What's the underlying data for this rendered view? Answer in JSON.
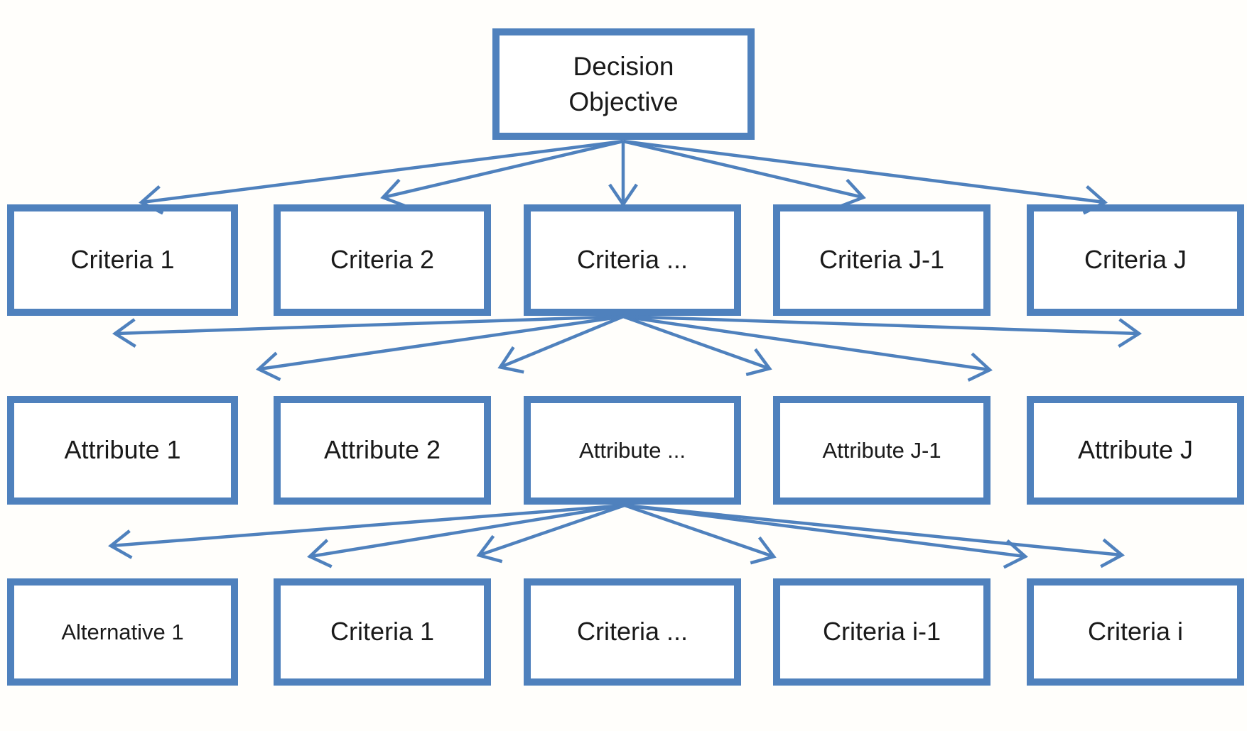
{
  "diagram": {
    "type": "hierarchy",
    "root": {
      "label": "Decision\nObjective"
    },
    "levels": {
      "criteria": [
        "Criteria 1",
        "Criteria 2",
        "Criteria ...",
        "Criteria J-1",
        "Criteria J"
      ],
      "attributes": [
        "Attribute 1",
        "Attribute 2",
        "Attribute ...",
        "Attribute J-1",
        "Attribute J"
      ],
      "bottom": [
        "Alternative 1",
        "Criteria 1",
        "Criteria ...",
        "Criteria i-1",
        "Criteria i"
      ]
    },
    "edges": [
      {
        "from": "Decision Objective",
        "to": "Criteria 1"
      },
      {
        "from": "Decision Objective",
        "to": "Criteria 2"
      },
      {
        "from": "Decision Objective",
        "to": "Criteria ..."
      },
      {
        "from": "Decision Objective",
        "to": "Criteria J-1"
      },
      {
        "from": "Decision Objective",
        "to": "Criteria J"
      },
      {
        "from": "Criteria ...",
        "to": "Attribute 1"
      },
      {
        "from": "Criteria ...",
        "to": "Attribute 2"
      },
      {
        "from": "Criteria ...",
        "to": "Attribute ..."
      },
      {
        "from": "Criteria ...",
        "to": "Attribute J-1"
      },
      {
        "from": "Criteria ...",
        "to": "Attribute J"
      },
      {
        "from": "Attribute ...",
        "to": "Alternative 1"
      },
      {
        "from": "Attribute ...",
        "to": "Criteria 1"
      },
      {
        "from": "Attribute ...",
        "to": "Criteria ..."
      },
      {
        "from": "Attribute ...",
        "to": "Criteria i-1"
      },
      {
        "from": "Attribute ...",
        "to": "Criteria i"
      }
    ],
    "colors": {
      "accent": "#4f81bd",
      "text": "#1a1a1a",
      "background": "#ffffff"
    },
    "arrows": [
      [
        877,
        199,
        200,
        285
      ],
      [
        877,
        199,
        540,
        278
      ],
      [
        877,
        199,
        877,
        287
      ],
      [
        877,
        199,
        1214,
        278
      ],
      [
        877,
        199,
        1554,
        285
      ],
      [
        877,
        446,
        163,
        470
      ],
      [
        877,
        446,
        365,
        520
      ],
      [
        877,
        446,
        705,
        517
      ],
      [
        877,
        446,
        1082,
        519
      ],
      [
        877,
        446,
        1392,
        521
      ],
      [
        877,
        446,
        1602,
        470
      ],
      [
        879,
        712,
        157,
        769
      ],
      [
        879,
        712,
        437,
        784
      ],
      [
        879,
        712,
        675,
        782
      ],
      [
        879,
        712,
        1088,
        784
      ],
      [
        879,
        712,
        1442,
        784
      ],
      [
        879,
        712,
        1578,
        782
      ]
    ]
  }
}
